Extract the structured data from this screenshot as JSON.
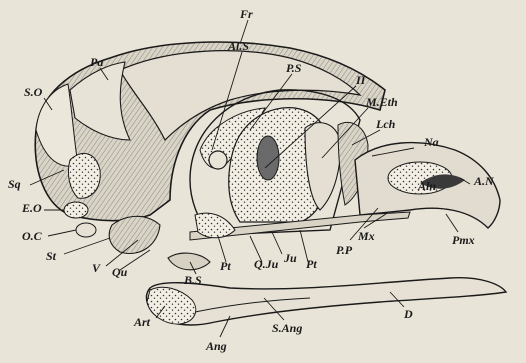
{
  "figure": {
    "labels": {
      "fr": "Fr",
      "pa": "Pa",
      "so": "S.O",
      "sq": "Sq",
      "eo": "E.O",
      "oc": "O.C",
      "st": "St",
      "v": "V",
      "qu": "Qu",
      "als": "Al.S",
      "ps": "P.S",
      "ii": "II",
      "meth": "M.Eth",
      "lch": "Lch",
      "na": "Na",
      "aln": "Aln",
      "an": "A.N",
      "pmx": "Pmx",
      "mx": "Mx",
      "pp": "P.P",
      "pt1": "Pt",
      "pt2": "Pt",
      "qju": "Q.Ju",
      "ju": "Ju",
      "bs": "B.S",
      "art": "Art",
      "ang": "Ang",
      "sang": "S.Ang",
      "d": "D"
    }
  },
  "colors": {
    "ink": "#1a1a1a",
    "paper": "#e9e4d8",
    "bone": "#ddd8cb",
    "stipple": "#f1ede3"
  }
}
